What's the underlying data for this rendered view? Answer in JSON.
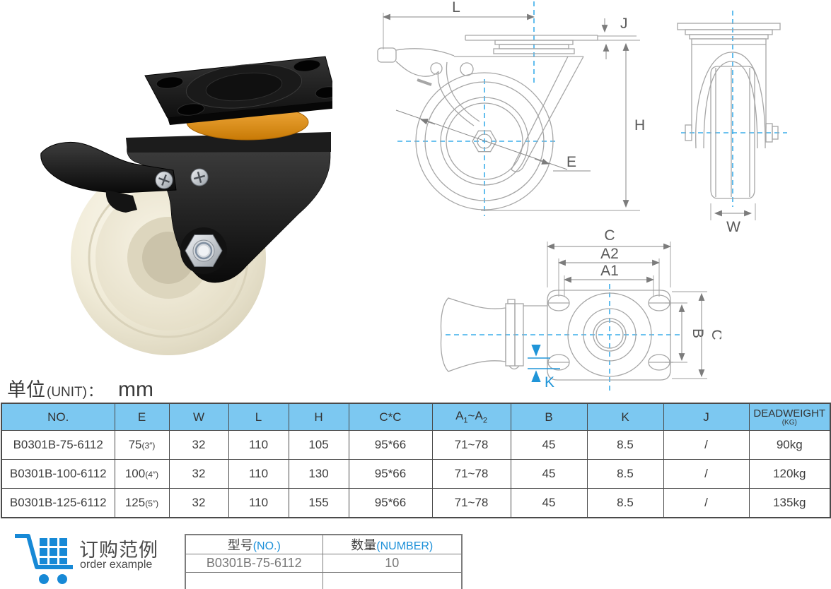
{
  "unit": {
    "label_cn": "单位",
    "label_en": "(UNIT)",
    "colon": "：",
    "value": "mm"
  },
  "drawings": {
    "front": {
      "l": "L",
      "j": "J",
      "h": "H",
      "e": "E"
    },
    "side": {
      "w": "W"
    },
    "plate": {
      "c_top": "C",
      "a2": "A2",
      "a1": "A1",
      "b": "B",
      "c_right": "C",
      "k": "K"
    }
  },
  "spec_table": {
    "headers": {
      "no": "NO.",
      "e": "E",
      "w": "W",
      "l": "L",
      "h": "H",
      "cc": "C*C",
      "a_main": "A",
      "a_sub1": "1",
      "a_mid": "~A",
      "a_sub2": "2",
      "b": "B",
      "k": "K",
      "j": "J",
      "deadweight": "DEADWEIGHT",
      "deadweight_sub": "(KG)"
    },
    "rows": [
      {
        "no": "B0301B-75-6112",
        "e": "75",
        "e_inch": "(3″)",
        "w": "32",
        "l": "110",
        "h": "105",
        "cc": "95*66",
        "a": "71~78",
        "b": "45",
        "k": "8.5",
        "j": "/",
        "deadweight": "90kg"
      },
      {
        "no": "B0301B-100-6112",
        "e": "100",
        "e_inch": "(4″)",
        "w": "32",
        "l": "110",
        "h": "130",
        "cc": "95*66",
        "a": "71~78",
        "b": "45",
        "k": "8.5",
        "j": "/",
        "deadweight": "120kg"
      },
      {
        "no": "B0301B-125-6112",
        "e": "125",
        "e_inch": "(5″)",
        "w": "32",
        "l": "110",
        "h": "155",
        "cc": "95*66",
        "a": "71~78",
        "b": "45",
        "k": "8.5",
        "j": "/",
        "deadweight": "135kg"
      }
    ]
  },
  "order": {
    "title_cn": "订购范例",
    "title_en": "order example",
    "header_model_cn": "型号",
    "header_model_en": "(NO.)",
    "header_qty_cn": "数量",
    "header_qty_en": "(NUMBER)",
    "model": "B0301B-75-6112",
    "qty": "10"
  },
  "colors": {
    "table_header_blue": "#7cc8f1",
    "table_border": "#4a4a4a",
    "accent_blue": "#1b8fd8",
    "centerline_blue": "#3badea",
    "cart_blue": "#1789d6",
    "orange_ring": "#e08a1a"
  }
}
